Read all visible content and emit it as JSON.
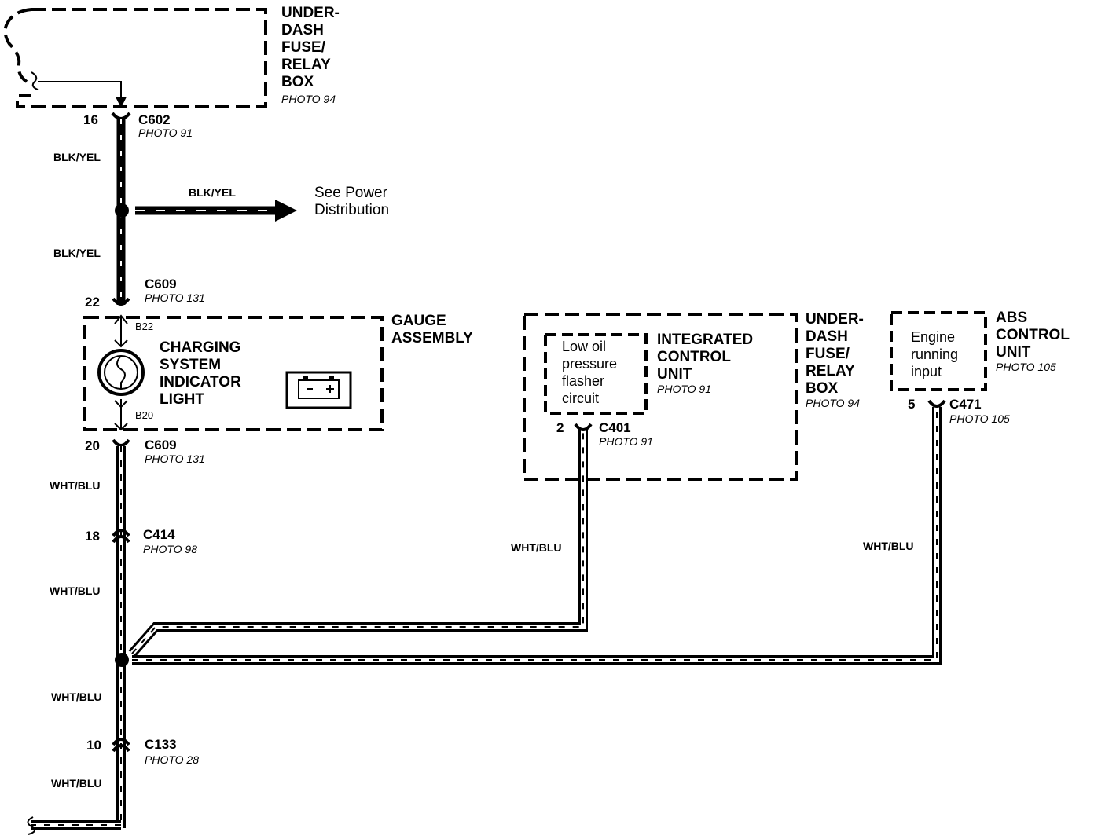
{
  "top_box": {
    "title_lines": [
      "UNDER-",
      "DASH",
      "FUSE/",
      "RELAY",
      "BOX"
    ],
    "photo": "PHOTO 94"
  },
  "c602": {
    "pin": "16",
    "name": "C602",
    "photo": "PHOTO 91"
  },
  "wires": {
    "blk_yel_1": "BLK/YEL",
    "blk_yel_branch": "BLK/YEL",
    "blk_yel_2": "BLK/YEL",
    "wht_blu_1": "WHT/BLU",
    "wht_blu_2": "WHT/BLU",
    "wht_blu_3": "WHT/BLU",
    "wht_blu_4": "WHT/BLU",
    "wht_blu_icu": "WHT/BLU",
    "wht_blu_abs": "WHT/BLU"
  },
  "power_ref": {
    "line1": "See Power",
    "line2": "Distribution"
  },
  "c609_top": {
    "pin": "22",
    "name": "C609",
    "photo": "PHOTO 131"
  },
  "gauge": {
    "title_lines": [
      "GAUGE",
      "ASSEMBLY"
    ],
    "pin_b22": "B22",
    "pin_b20": "B20",
    "indicator_lines": [
      "CHARGING",
      "SYSTEM",
      "INDICATOR",
      "LIGHT"
    ]
  },
  "c609_bottom": {
    "pin": "20",
    "name": "C609",
    "photo": "PHOTO 131"
  },
  "c414": {
    "pin": "18",
    "name": "C414",
    "photo": "PHOTO 98"
  },
  "c133": {
    "pin": "10",
    "name": "C133",
    "photo": "PHOTO 28"
  },
  "icu_box": {
    "inner_lines": [
      "Low oil",
      "pressure",
      "flasher",
      "circuit"
    ],
    "unit_lines": [
      "INTEGRATED",
      "CONTROL",
      "UNIT"
    ],
    "unit_photo": "PHOTO 91",
    "box_lines": [
      "UNDER-",
      "DASH",
      "FUSE/",
      "RELAY",
      "BOX"
    ],
    "box_photo": "PHOTO 94"
  },
  "c401": {
    "pin": "2",
    "name": "C401",
    "photo": "PHOTO 91"
  },
  "abs": {
    "inner_lines": [
      "Engine",
      "running",
      "input"
    ],
    "title_lines": [
      "ABS",
      "CONTROL",
      "UNIT"
    ],
    "photo": "PHOTO 105"
  },
  "c471": {
    "pin": "5",
    "name": "C471",
    "photo": "PHOTO 105"
  }
}
